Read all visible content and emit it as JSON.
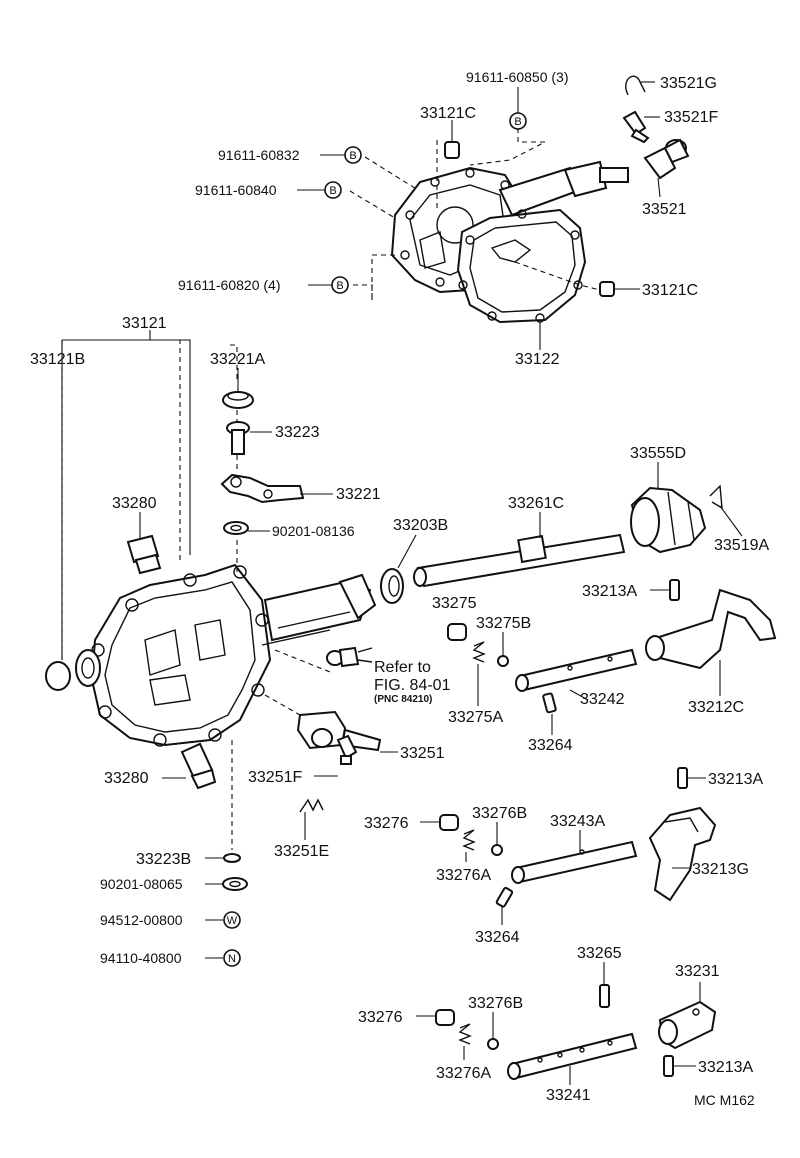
{
  "labels": {
    "bolt_60850": "91611-60850 (3)",
    "spring_33521G": "33521G",
    "cap_33121C_top": "33121C",
    "pin_33521F": "33521F",
    "bolt_60832": "91611-60832",
    "bolt_60840": "91611-60840",
    "plug_33521": "33521",
    "bolt_60820": "91611-60820 (4)",
    "cap_33121C_right": "33121C",
    "gasket_33122": "33122",
    "case_33121": "33121",
    "ring_33121B": "33121B",
    "seal_33221A": "33221A",
    "shaft_33223": "33223",
    "lever_33221": "33221",
    "plug_33280_top": "33280",
    "washer_90201_08136": "90201-08136",
    "seal_33203B": "33203B",
    "rod_33261C": "33261C",
    "boot_33555D": "33555D",
    "clip_33519A": "33519A",
    "pin_33213A_1": "33213A",
    "plug_33275": "33275",
    "ball_33275B": "33275B",
    "spring_33275A": "33275A",
    "refer_line1": "Refer to",
    "refer_line2": "FIG. 84-01",
    "refer_line3": "(PNC 84210)",
    "shaft_33242": "33242",
    "fork_33212C": "33212C",
    "pin_33264_1": "33264",
    "plug_33280_bottom": "33280",
    "block_33251": "33251",
    "bolt_33251F": "33251F",
    "pin_33213A_2": "33213A",
    "spring_33251E": "33251E",
    "plug_33276_1": "33276",
    "ball_33276B_1": "33276B",
    "shaft_33243A": "33243A",
    "ring_33223B": "33223B",
    "spring_33276A_1": "33276A",
    "fork_33213G": "33213G",
    "washer_90201_08065": "90201-08065",
    "pin_33264_2": "33264",
    "washer_94512_00800": "94512-00800",
    "nut_94110_40800": "94110-40800",
    "pin_33265": "33265",
    "head_33231": "33231",
    "plug_33276_2": "33276",
    "ball_33276B_2": "33276B",
    "pin_33213A_3": "33213A",
    "spring_33276A_2": "33276A",
    "shaft_33241": "33241",
    "code": "MC M162"
  },
  "symbols": {
    "b": "B",
    "w": "W",
    "n": "N"
  }
}
